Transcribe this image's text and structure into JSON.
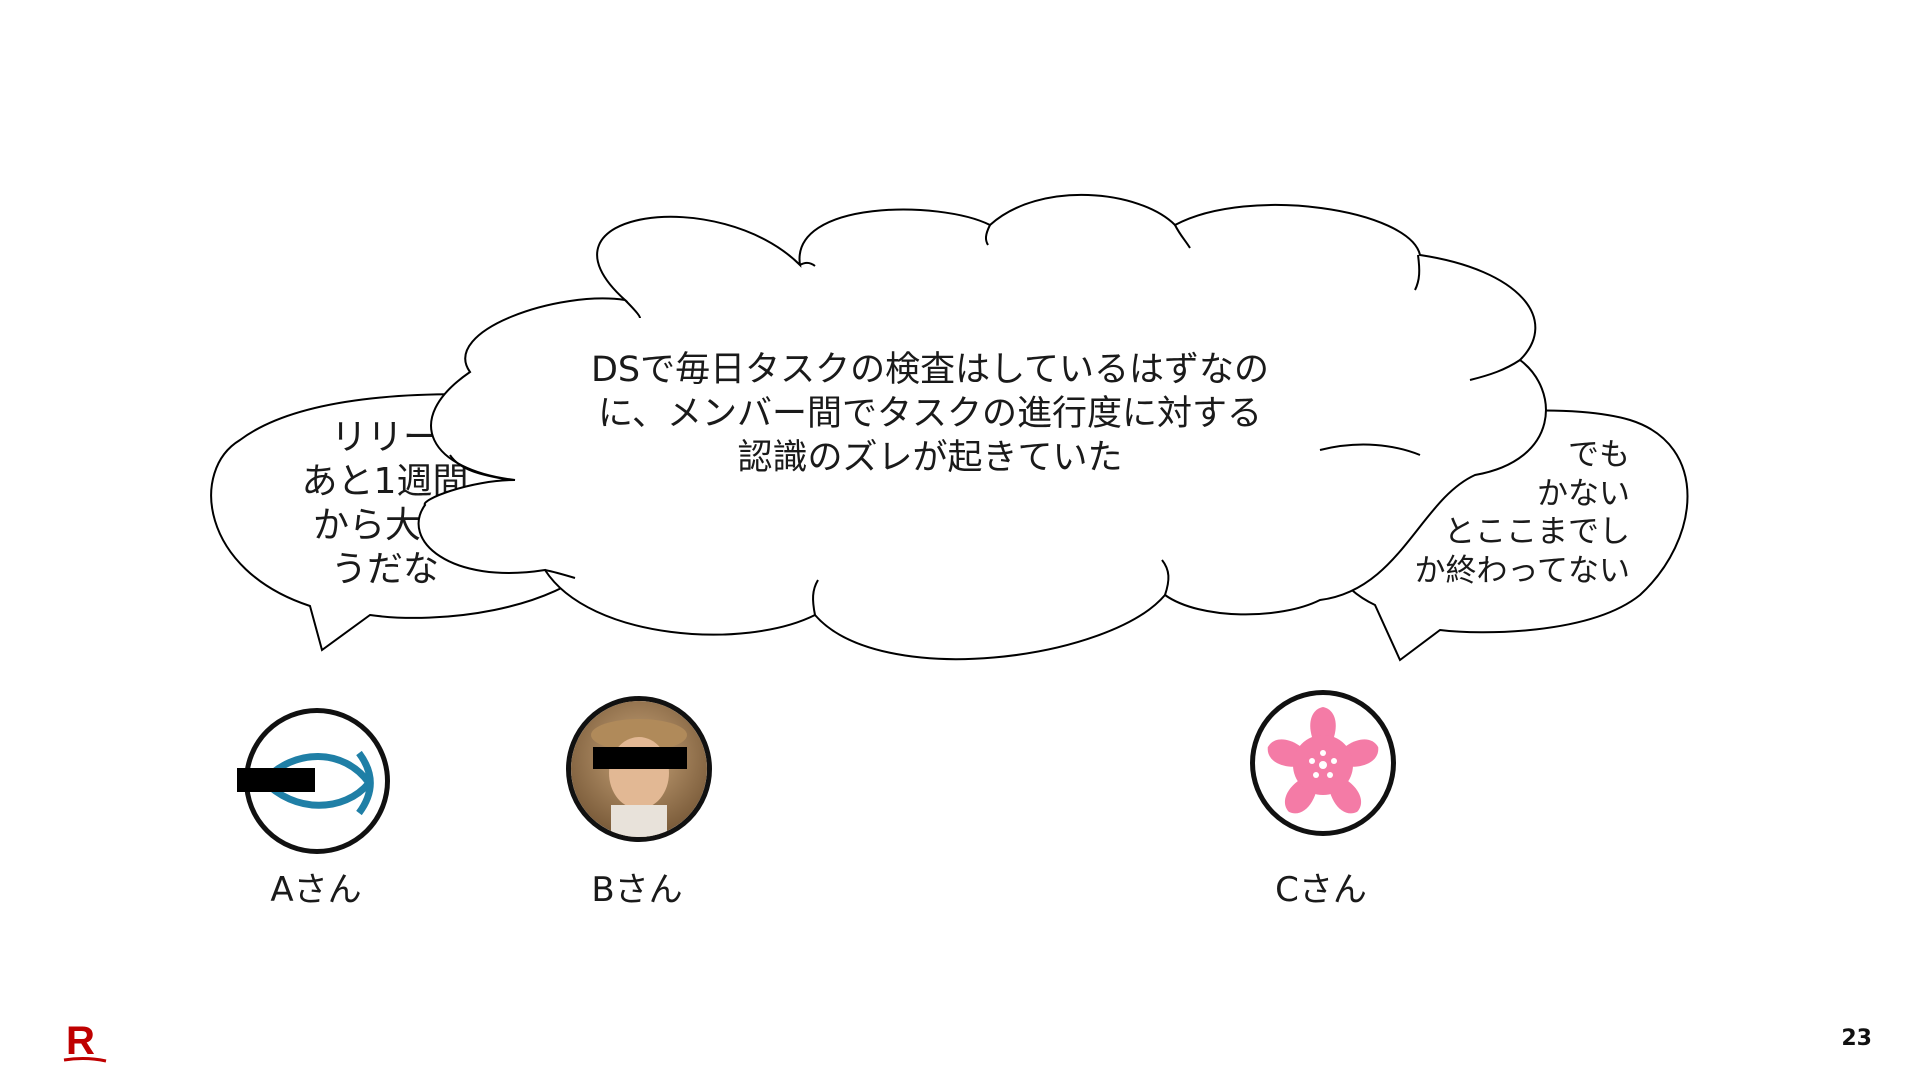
{
  "bubble_a": {
    "text": "リリー\nあと1週間\nから大丈\nうだな"
  },
  "bubble_c": {
    "text": "でも\nかない\nとここまでし\nか終わってない"
  },
  "cloud": {
    "text": "DSで毎日タスクの検査はしているはずなの\nに、メンバー間でタスクの進行度に対する\n認識のズレが起きていた"
  },
  "people": [
    {
      "name": "Aさん",
      "avatar_icon": "fish-icon",
      "accent": "#1f7fa6"
    },
    {
      "name": "Bさん",
      "avatar_icon": "person-photo"
    },
    {
      "name": "Cさん",
      "avatar_icon": "sakura-flower-icon",
      "accent": "#f47ba6"
    }
  ],
  "footer": {
    "page_number": "23",
    "logo_icon": "rakuten-r-logo",
    "logo_color": "#bf0000"
  }
}
